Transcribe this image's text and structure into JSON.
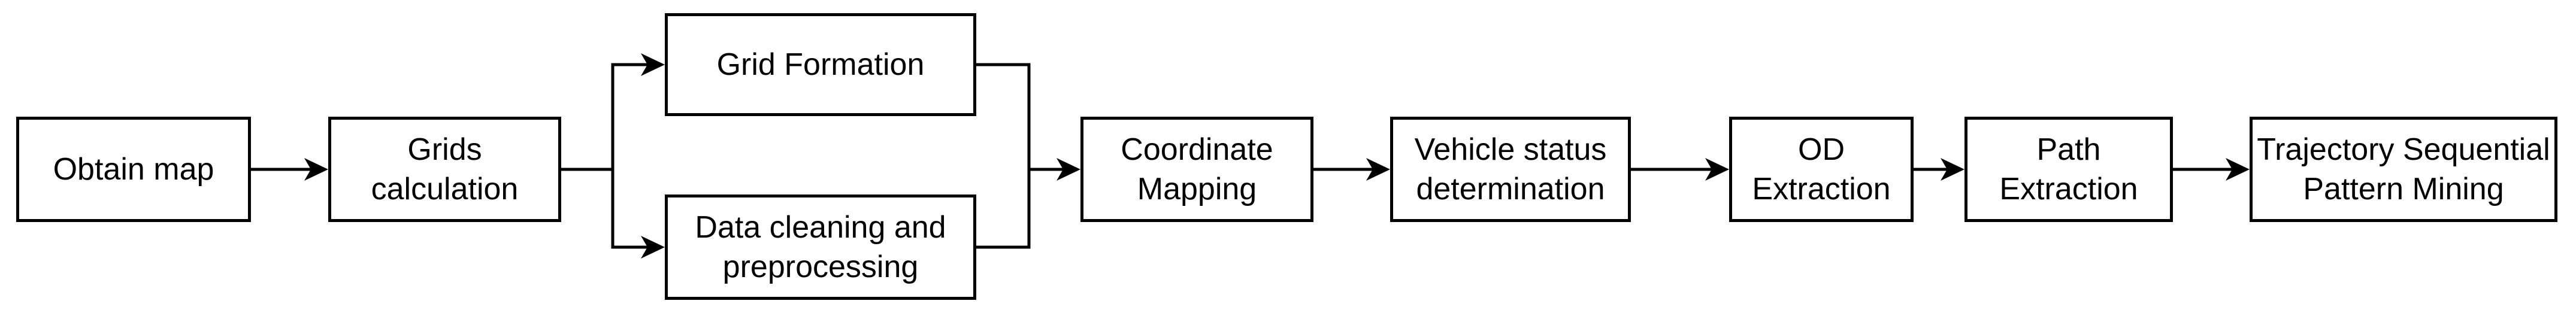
{
  "diagram": {
    "type": "flowchart",
    "background_color": "#ffffff",
    "stroke_color": "#000000",
    "text_color": "#000000",
    "nodes": [
      {
        "id": "obtain-map",
        "label": "Obtain map"
      },
      {
        "id": "grids-calculation",
        "label": "Grids\ncalculation"
      },
      {
        "id": "grid-formation",
        "label": "Grid Formation"
      },
      {
        "id": "data-cleaning-preprocessing",
        "label": "Data cleaning and\npreprocessing"
      },
      {
        "id": "coordinate-mapping",
        "label": "Coordinate\nMapping"
      },
      {
        "id": "vehicle-status-determination",
        "label": "Vehicle status\ndetermination"
      },
      {
        "id": "od-extraction",
        "label": "OD\nExtraction"
      },
      {
        "id": "path-extraction",
        "label": "Path\nExtraction"
      },
      {
        "id": "trajectory-sequential-pattern-mining",
        "label": "Trajectory Sequential\nPattern Mining"
      }
    ],
    "edges": [
      {
        "from": "obtain-map",
        "to": "grids-calculation"
      },
      {
        "from": "grids-calculation",
        "to": "grid-formation"
      },
      {
        "from": "grids-calculation",
        "to": "data-cleaning-preprocessing"
      },
      {
        "from": "grid-formation",
        "to": "coordinate-mapping"
      },
      {
        "from": "data-cleaning-preprocessing",
        "to": "coordinate-mapping"
      },
      {
        "from": "coordinate-mapping",
        "to": "vehicle-status-determination"
      },
      {
        "from": "vehicle-status-determination",
        "to": "od-extraction"
      },
      {
        "from": "od-extraction",
        "to": "path-extraction"
      },
      {
        "from": "path-extraction",
        "to": "trajectory-sequential-pattern-mining"
      }
    ]
  }
}
